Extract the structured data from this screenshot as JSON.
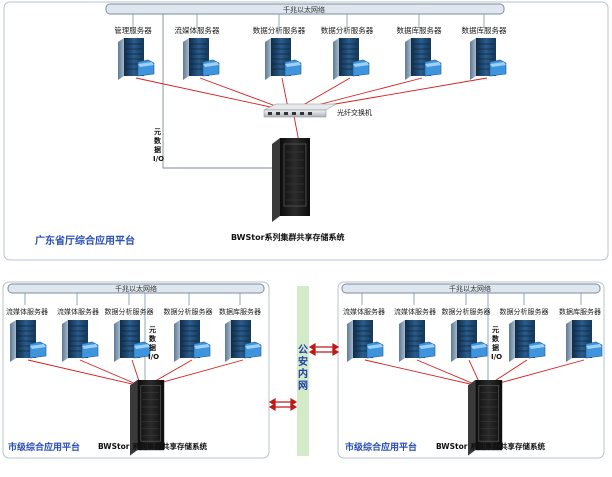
{
  "top": {
    "bus_label": "千兆以太网络",
    "servers": [
      "管理服务器",
      "流媒体服务器",
      "数据分析服务器",
      "数据分析服务器",
      "数据库服务器",
      "数据库服务器"
    ],
    "switch_label": "光纤交换机",
    "io_label": "元数据I/O",
    "storage_label": "BWStor系列集群共享存储系统",
    "platform_label": "广东省厅综合应用平台"
  },
  "left": {
    "bus_label": "千兆以太网络",
    "servers": [
      "流媒体服务器",
      "流媒体服务器",
      "数据分析服务器",
      "数据分析服务器",
      "数据库服务器"
    ],
    "io_label": "元数据I/O",
    "storage_label": "BWStor 系列集群共享存储系统",
    "platform_label": "市级综合应用平台"
  },
  "right": {
    "bus_label": "千兆以太网络",
    "servers": [
      "流媒体服务器",
      "流媒体服务器",
      "数据分析服务器",
      "数据分析服务器",
      "数据库服务器"
    ],
    "io_label": "元数据I/O",
    "storage_label": "BWStor 系列集群共享存储系统",
    "platform_label": "市级综合应用平台"
  },
  "public_network_label": "公安内网",
  "colors": {
    "link_red": "#d42020",
    "bus_gray": "#7a8ea6",
    "platform_blue": "#2a4fb4",
    "server_blue": "#1f4f7a",
    "folder_blue": "#3f95dd",
    "vnet_green": "#d3ebc9"
  }
}
